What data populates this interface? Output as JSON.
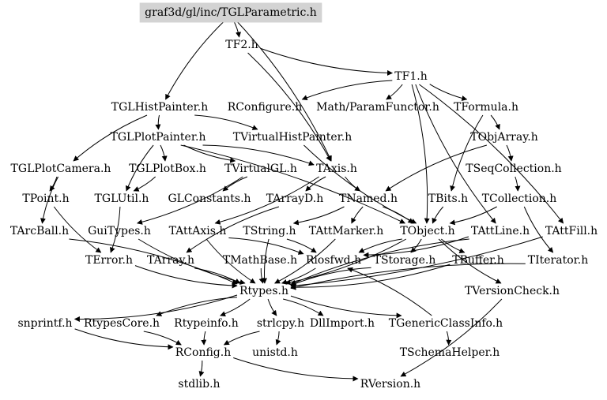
{
  "diagram": {
    "root": "n0",
    "colors": {
      "root_fill": "#d3d3d3",
      "edge": "#000000",
      "text": "#000000",
      "background": "#ffffff"
    },
    "nodes": [
      {
        "id": "n0",
        "label": "graf3d/gl/inc/TGLParametric.h"
      },
      {
        "id": "n1",
        "label": "TF2.h"
      },
      {
        "id": "n2",
        "label": "TF1.h"
      },
      {
        "id": "n3",
        "label": "TGLHistPainter.h"
      },
      {
        "id": "n4",
        "label": "RConfigure.h"
      },
      {
        "id": "n5",
        "label": "Math/ParamFunctor.h"
      },
      {
        "id": "n6",
        "label": "TFormula.h"
      },
      {
        "id": "n7",
        "label": "TGLPlotPainter.h"
      },
      {
        "id": "n8",
        "label": "TVirtualHistPainter.h"
      },
      {
        "id": "n9",
        "label": "TObjArray.h"
      },
      {
        "id": "n10",
        "label": "TGLPlotCamera.h"
      },
      {
        "id": "n11",
        "label": "TGLPlotBox.h"
      },
      {
        "id": "n12",
        "label": "TVirtualGL.h"
      },
      {
        "id": "n13",
        "label": "TAxis.h"
      },
      {
        "id": "n14",
        "label": "TSeqCollection.h"
      },
      {
        "id": "n15",
        "label": "TPoint.h"
      },
      {
        "id": "n16",
        "label": "TGLUtil.h"
      },
      {
        "id": "n17",
        "label": "GLConstants.h"
      },
      {
        "id": "n18",
        "label": "TArrayD.h"
      },
      {
        "id": "n19",
        "label": "TNamed.h"
      },
      {
        "id": "n20",
        "label": "TBits.h"
      },
      {
        "id": "n21",
        "label": "TCollection.h"
      },
      {
        "id": "n22",
        "label": "TArcBall.h"
      },
      {
        "id": "n23",
        "label": "GuiTypes.h"
      },
      {
        "id": "n24",
        "label": "TAttAxis.h"
      },
      {
        "id": "n25",
        "label": "TString.h"
      },
      {
        "id": "n26",
        "label": "TAttMarker.h"
      },
      {
        "id": "n27",
        "label": "TObject.h"
      },
      {
        "id": "n28",
        "label": "TAttLine.h"
      },
      {
        "id": "n29",
        "label": "TAttFill.h"
      },
      {
        "id": "n30",
        "label": "TError.h"
      },
      {
        "id": "n31",
        "label": "TArray.h"
      },
      {
        "id": "n32",
        "label": "TMathBase.h"
      },
      {
        "id": "n33",
        "label": "Riosfwd.h"
      },
      {
        "id": "n34",
        "label": "TStorage.h"
      },
      {
        "id": "n35",
        "label": "TBuffer.h"
      },
      {
        "id": "n36",
        "label": "TIterator.h"
      },
      {
        "id": "n37",
        "label": "Rtypes.h"
      },
      {
        "id": "n38",
        "label": "TVersionCheck.h"
      },
      {
        "id": "n39",
        "label": "snprintf.h"
      },
      {
        "id": "n40",
        "label": "RtypesCore.h"
      },
      {
        "id": "n41",
        "label": "Rtypeinfo.h"
      },
      {
        "id": "n42",
        "label": "strlcpy.h"
      },
      {
        "id": "n43",
        "label": "DllImport.h"
      },
      {
        "id": "n44",
        "label": "TGenericClassInfo.h"
      },
      {
        "id": "n45",
        "label": "RConfig.h"
      },
      {
        "id": "n46",
        "label": "unistd.h"
      },
      {
        "id": "n47",
        "label": "TSchemaHelper.h"
      },
      {
        "id": "n48",
        "label": "stdlib.h"
      },
      {
        "id": "n49",
        "label": "RVersion.h"
      }
    ],
    "edges": [
      [
        "n0",
        "n1"
      ],
      [
        "n0",
        "n3"
      ],
      [
        "n0",
        "n13"
      ],
      [
        "n1",
        "n2"
      ],
      [
        "n1",
        "n13"
      ],
      [
        "n2",
        "n4"
      ],
      [
        "n2",
        "n5"
      ],
      [
        "n2",
        "n6"
      ],
      [
        "n2",
        "n27"
      ],
      [
        "n2",
        "n28"
      ],
      [
        "n2",
        "n29"
      ],
      [
        "n3",
        "n7"
      ],
      [
        "n3",
        "n8"
      ],
      [
        "n3",
        "n10"
      ],
      [
        "n6",
        "n9"
      ],
      [
        "n6",
        "n20"
      ],
      [
        "n7",
        "n11"
      ],
      [
        "n7",
        "n12"
      ],
      [
        "n7",
        "n13"
      ],
      [
        "n7",
        "n16"
      ],
      [
        "n7",
        "n27"
      ],
      [
        "n8",
        "n27"
      ],
      [
        "n9",
        "n14"
      ],
      [
        "n9",
        "n19"
      ],
      [
        "n10",
        "n15"
      ],
      [
        "n10",
        "n22"
      ],
      [
        "n11",
        "n16"
      ],
      [
        "n12",
        "n17"
      ],
      [
        "n12",
        "n23"
      ],
      [
        "n13",
        "n18"
      ],
      [
        "n13",
        "n24"
      ],
      [
        "n13",
        "n19"
      ],
      [
        "n14",
        "n21"
      ],
      [
        "n15",
        "n30"
      ],
      [
        "n16",
        "n30"
      ],
      [
        "n18",
        "n31"
      ],
      [
        "n19",
        "n25"
      ],
      [
        "n19",
        "n26"
      ],
      [
        "n19",
        "n27"
      ],
      [
        "n20",
        "n27"
      ],
      [
        "n21",
        "n27"
      ],
      [
        "n21",
        "n36"
      ],
      [
        "n22",
        "n37"
      ],
      [
        "n23",
        "n37"
      ],
      [
        "n24",
        "n33"
      ],
      [
        "n24",
        "n37"
      ],
      [
        "n25",
        "n33"
      ],
      [
        "n25",
        "n37"
      ],
      [
        "n26",
        "n37"
      ],
      [
        "n27",
        "n33"
      ],
      [
        "n27",
        "n34"
      ],
      [
        "n27",
        "n35"
      ],
      [
        "n27",
        "n37"
      ],
      [
        "n27",
        "n38"
      ],
      [
        "n28",
        "n33"
      ],
      [
        "n28",
        "n37"
      ],
      [
        "n29",
        "n37"
      ],
      [
        "n30",
        "n37"
      ],
      [
        "n31",
        "n37"
      ],
      [
        "n32",
        "n37"
      ],
      [
        "n33",
        "n37"
      ],
      [
        "n34",
        "n37"
      ],
      [
        "n35",
        "n37"
      ],
      [
        "n36",
        "n37"
      ],
      [
        "n37",
        "n39"
      ],
      [
        "n37",
        "n40"
      ],
      [
        "n37",
        "n41"
      ],
      [
        "n37",
        "n42"
      ],
      [
        "n37",
        "n43"
      ],
      [
        "n37",
        "n44"
      ],
      [
        "n38",
        "n49"
      ],
      [
        "n39",
        "n45"
      ],
      [
        "n40",
        "n45"
      ],
      [
        "n41",
        "n45"
      ],
      [
        "n42",
        "n46"
      ],
      [
        "n42",
        "n45"
      ],
      [
        "n44",
        "n47"
      ],
      [
        "n44",
        "n33"
      ],
      [
        "n45",
        "n48"
      ],
      [
        "n45",
        "n49"
      ]
    ]
  }
}
